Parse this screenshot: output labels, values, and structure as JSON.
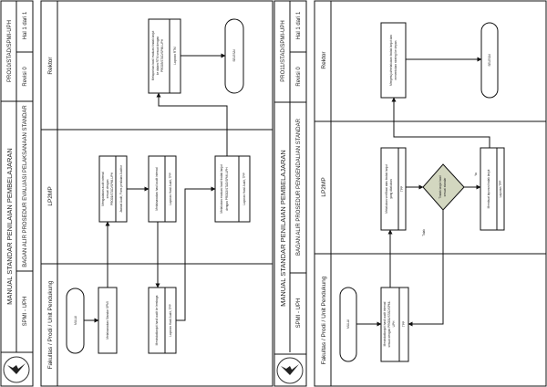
{
  "page1": {
    "doc_code": "PRO10/STAD/SPMI-UPH",
    "page": "Hal 1 dari 1",
    "revision": "Revisi  0",
    "manual_title": "MANUAL STANDAR PENILAIAN PEMBELAJARAN",
    "chart_title": "BAGAN ALIR PROSEDUR EVALUASI PELAKSANAAN STANDAR",
    "unit": "SPMI - UPH",
    "lanes": [
      "Rektor",
      "LP2MP",
      "Fakultas / Prodi / Unit Pendukung"
    ],
    "start": "MULAI",
    "end": "SELESAI",
    "step_execute": "Melaksanakan Standar SPMI",
    "step_audit": "Mengadakan audit internal",
    "step_audit_2": "sesuai dengan",
    "step_audit_3": "PRO01/STAD/SPMI-UPH",
    "step_audit_doc": "Jadwal Audit, Form penilaian Auditor",
    "step_report": "Melaksanakan hasil audit internal",
    "step_report_doc": "Laporan Hasil Audit, TPP",
    "step_followup": "Menindaklanjuti hasil audit ke lembaga",
    "step_followup_doc": "Laporan Hasil Audit, TPP",
    "step_eval": "Melakukan evaluasi hasil tindak lanjut",
    "step_eval_2": "dengan PRO02/STAD/SPMI-UPH",
    "step_eval_doc": "Laporan Hasil Audit, TPP",
    "step_rector": "Melaporkan hasil evaluasi tindak lanjut",
    "step_rector_2": "ke dalam RTM sesuai dengan",
    "step_rector_3": "PRO03/STAD/SPMI-UPH",
    "step_rector_doc": "Laporan RTM"
  },
  "page2": {
    "doc_code": "PRO11/STAD/SPMI-UPH",
    "page": "Hal 1 dari 1",
    "revision": "Revisi  0",
    "manual_title": "MANUAL STANDAR PENILAIAN PEMBELAJARAN",
    "chart_title": "BAGAN ALIR PROSEDUR PENGENDALIAN STANDAR",
    "unit": "SPMI - UPH",
    "lanes": [
      "Rektor",
      "LP2MP",
      "Fakultas / Prodi / Unit Pendukung"
    ],
    "start": "MULAI",
    "end": "SELESAI",
    "step_followup": "Menindaklanjuti hasil audit internal",
    "step_followup_2": "sesuai dengan PRO01/STAD/SPMI-",
    "step_followup_3": "UPH",
    "step_followup_doc": "TPP",
    "step_verify": "Melakukan verifikasi atas tindak lanjut",
    "step_verify_2": "yang dilakukan",
    "step_verify_doc": "TPP",
    "decision": "Tindak lanjut hasil",
    "decision_2": "sesuai standar",
    "yes": "Ya",
    "no": "Tidak",
    "step_report": "Membuat laporan tindak lanjut",
    "step_report_doc": "Laporan TPP",
    "step_rector": "Menyetujui/melakukan tindak lanjut dan",
    "step_rector_2": "menentukan strategi ke depan"
  }
}
